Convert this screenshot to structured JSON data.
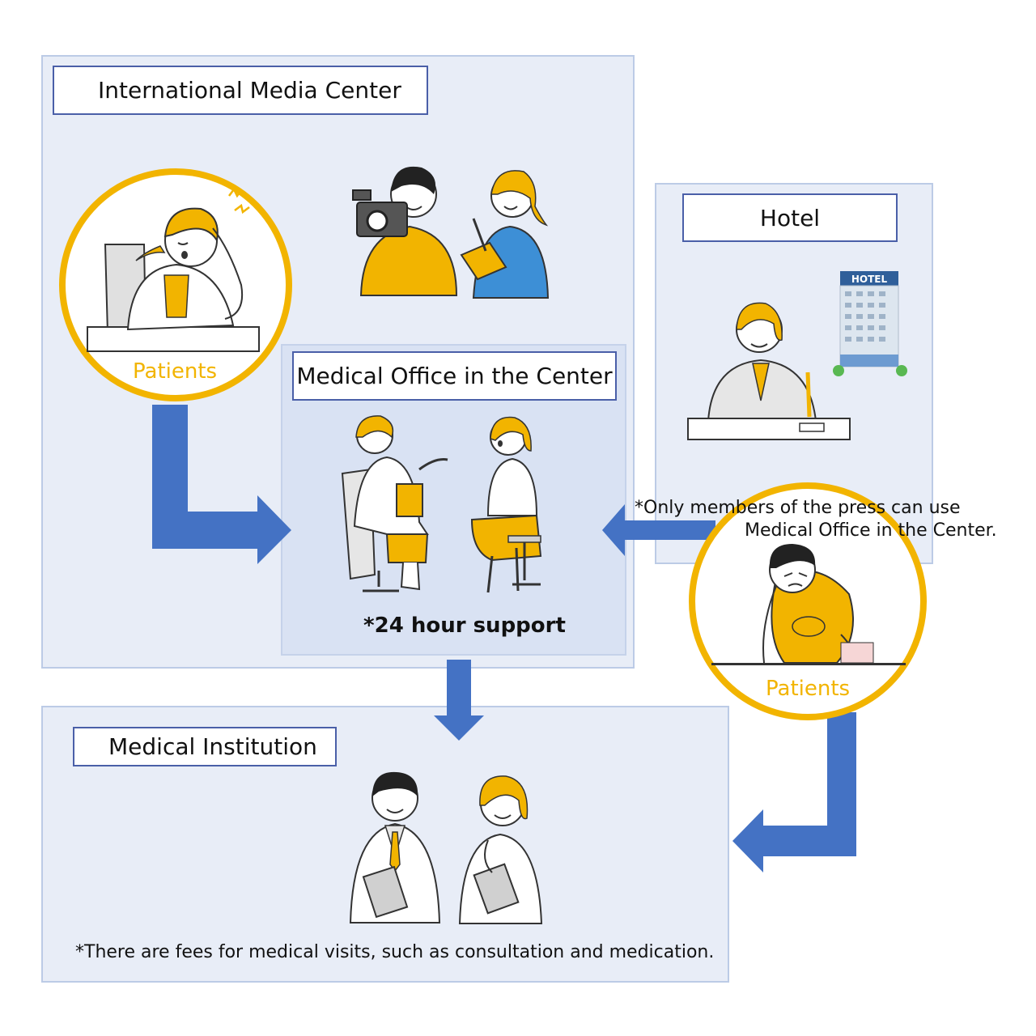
{
  "colors": {
    "accent": "#f2b400",
    "arrow": "#4472c4",
    "panel": "#e8edf7",
    "inner_panel": "#d9e2f3",
    "title_border": "#4a5fa8"
  },
  "media_center": {
    "title": "International Media Center",
    "patients_label": "Patients"
  },
  "medical_office": {
    "title": "Medical Office in the Center",
    "support_note": "*24 hour support"
  },
  "hotel": {
    "title": "Hotel",
    "sign": "HOTEL",
    "patients_label": "Patients",
    "note_line1": "*Only members of the press can use",
    "note_line2": "Medical Office in the Center."
  },
  "medical_institution": {
    "title": "Medical Institution",
    "fee_note": "*There are fees for medical visits, such as consultation and medication."
  },
  "icons": [
    "sick-woman-icon",
    "camera-operator-icon",
    "reporter-icon",
    "doctor-icon",
    "patient-icon",
    "receptionist-icon",
    "hotel-building-icon",
    "sick-man-icon",
    "male-doctor-icon",
    "female-doctor-icon"
  ]
}
